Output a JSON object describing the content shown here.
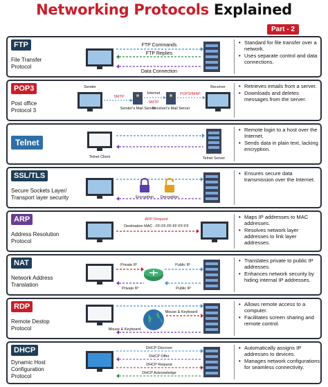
{
  "header": {
    "title_part1": "Networking Protocols",
    "title_part2": " Explained",
    "part_label": "Part - 2"
  },
  "protocols": [
    {
      "name": "FTP",
      "desc1": "File Transfer",
      "desc2": "Protocol",
      "desc3": "",
      "color": "#1f3d57",
      "labels": {
        "top": "FTP Commands",
        "mid": "FTP Replies",
        "bottom": "Data Connection"
      },
      "bullets": [
        "Standard for file transfer over a network.",
        "Uses separate control and data connections."
      ]
    },
    {
      "name": "POP3",
      "desc1": "Post office",
      "desc2": "Protocol 3",
      "desc3": "",
      "color": "#c81e2a",
      "labels": {
        "sender": "Sender",
        "receiver": "Receiver",
        "smtp1": "SMTP",
        "smtp2": "SMTP",
        "internet": "Internet",
        "senders_mail": "Sender's Mail Server",
        "receivers_mail": "Receiver's Mail Server",
        "popimap": "POP3/IMAP"
      },
      "bullets": [
        "Retrieves emails from a server.",
        "Downloads and deletes messages from the server."
      ]
    },
    {
      "name": "Telnet",
      "desc1": "",
      "desc2": "",
      "desc3": "",
      "color": "#2f6fa8",
      "labels": {
        "client": "Telnet Client",
        "server": "Telnet Server"
      },
      "bullets": [
        "Remote login to a host over the Internet.",
        "Sends data in plain text, lacking encryption."
      ]
    },
    {
      "name": "SSL/TLS",
      "desc1": "Secure Sockets Layer/",
      "desc2": "Transport layer security",
      "desc3": "",
      "color": "#1f3d57",
      "labels": {
        "encryption": "Encryption",
        "decryption": "Decryption"
      },
      "bullets": [
        "Ensures secure data transmission over the Internet."
      ]
    },
    {
      "name": "ARP",
      "desc1": "Address Resolution",
      "desc2": "Protocol",
      "desc3": "",
      "color": "#6a3d8f",
      "labels": {
        "request": "ARP Request",
        "dest": "Destination MAC : FF:FF:FF:FF:FF:FF"
      },
      "bullets": [
        "Maps IP addresses to MAC addresses.",
        "Resolves network layer addresses to link layer addresses."
      ]
    },
    {
      "name": "NAT",
      "desc1": "Network Address",
      "desc2": "Translation",
      "desc3": "",
      "color": "#1f3d57",
      "labels": {
        "priv1": "Private IP",
        "pub1": "Public IP",
        "priv2": "Private IP",
        "pub2": "Public IP"
      },
      "bullets": [
        "Translates private to public IP addresses.",
        "Enhances network security by hiding internal IP addresses."
      ]
    },
    {
      "name": "RDP",
      "desc1": "Remote Destop",
      "desc2": "Protocol",
      "desc3": "",
      "color": "#c81e2a",
      "labels": {
        "mk1": "Mouse & Keyboard",
        "mk2": "Mouse & Keyboard"
      },
      "bullets": [
        "Allows remote access to a computer.",
        "Facilitates screen sharing and remote control."
      ]
    },
    {
      "name": "DHCP",
      "desc1": "Dynamic Host",
      "desc2": "Configuration",
      "desc3": "Protocol",
      "color": "#1f3d57",
      "labels": {
        "discover": "DHCP Discover",
        "offer": "DHCP Offer",
        "request": "DHCP Request",
        "ack": "DHCP Acknowledge"
      },
      "bullets": [
        "Automatically assigns IP addresses to devices.",
        "Manages network configurations for seamless connectivity."
      ]
    }
  ]
}
